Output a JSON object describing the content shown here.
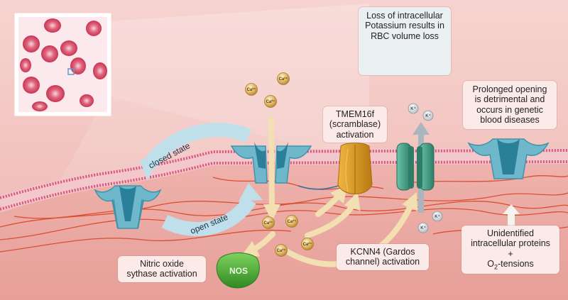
{
  "labels": {
    "potassium_loss": [
      "Loss of intracellular",
      "Potassium results in",
      "RBC volume loss"
    ],
    "prolonged": [
      "Prolonged opening",
      "is detrimental and",
      "occurs in genetic",
      "blood diseases"
    ],
    "tmem": [
      "TMEM16f",
      "(scramblase)",
      "activation"
    ],
    "nos_activation": [
      "Nitric oxide",
      "sythase activation"
    ],
    "kcnn4": [
      "KCNN4 (Gardos",
      "channel) activation"
    ],
    "unidentified": [
      "Unidentified",
      "intracellular proteins",
      "+",
      "O",
      "2",
      "-tensions"
    ],
    "closed_state": "closed state",
    "open_state": "open state",
    "nos_badge": "NOS",
    "ca_ion": "Ca²⁺",
    "k_ion": "K⁺"
  },
  "colors": {
    "background": "#f3c6c2",
    "label_box": "#fbeae7",
    "channel": "#6fb8cc",
    "channel_dark": "#2a7f99",
    "tmem": "#d9991f",
    "kcnn4": "#3f9e86",
    "nos": "#4caf3a",
    "membrane_head": "#d9557a",
    "cytoskeleton": "#d8401e",
    "ion": "#c9a050",
    "arrow_pale": "#f3e0b2",
    "arrow_blue": "#bfe0ea"
  }
}
